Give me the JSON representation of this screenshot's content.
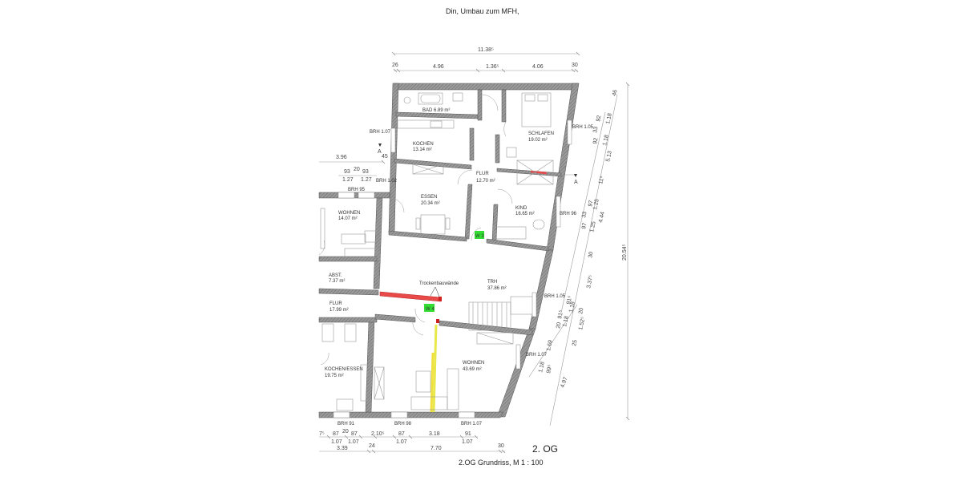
{
  "header": {
    "project_title": "Din, Umbau zum MFH,"
  },
  "footer": {
    "floor_label": "2. OG",
    "caption": "2.OG Grundriss,  M 1 : 100"
  },
  "rooms": [
    {
      "name": "BAD",
      "area": "6.89 m²"
    },
    {
      "name": "KOCHEN",
      "area": "13.14 m²"
    },
    {
      "name": "SCHLAFEN",
      "area": "19.02 m²"
    },
    {
      "name": "FLUR",
      "area": "12.70 m²"
    },
    {
      "name": "ESSEN",
      "area": "20.34 m²"
    },
    {
      "name": "KIND",
      "area": "16.65 m²"
    },
    {
      "name": "WOHNEN",
      "area": "14.07 m²"
    },
    {
      "name": "ABST.",
      "area": "7.37 m²"
    },
    {
      "name": "FLUR",
      "area": "17.99 m²"
    },
    {
      "name": "TRH",
      "area": "37.86 m²"
    },
    {
      "name": "KOCHEN/ESSEN",
      "area": "19.75 m²"
    },
    {
      "name": "WOHNEN",
      "area": "43.69 m²"
    }
  ],
  "markers": {
    "w3": "W 3",
    "w4": "W 4",
    "drywall_note": "Trockenbauwände",
    "section_a": "A"
  },
  "window_sills": {
    "brh_107_top": "BRH 1.07",
    "brh_102": "BRH 1.02",
    "brh_95": "BRH 95",
    "brh_105_top": "BRH 1.05",
    "brh_96": "BRH 96",
    "brh_105_mid": "BRH 1.05",
    "brh_107_mid": "BRH 1.07",
    "brh_91": "BRH 91",
    "brh_98": "BRH 98",
    "brh_107_bot": "BRH 1.07"
  },
  "dimensions": {
    "top_total": "11.38⁵",
    "top_parts": [
      "26",
      "4.96",
      "1.36⁵",
      "4.06",
      "30"
    ],
    "left_396": "3.96",
    "left_45": "45",
    "left_row1": [
      "93",
      "20",
      "93"
    ],
    "left_row2": [
      "1.27",
      "1.27"
    ],
    "right_total": "20.54⁵",
    "right_outer": [
      "46",
      "5.13",
      "11⁵",
      "4.44",
      "30",
      "3.37⁵",
      "20",
      "1.52⁵",
      "25",
      "4.97"
    ],
    "right_inner": [
      "92",
      "1.18",
      "33",
      "92",
      "1.18",
      "97",
      "1.25",
      "33",
      "97",
      "1.25",
      "1.18",
      "91⁵",
      "20",
      "91⁵",
      "1.18",
      "1.69",
      "1.18",
      "99⁵"
    ],
    "bottom_row1": [
      "7⁵",
      "87",
      "20",
      "87",
      "2.10⁵",
      "87",
      "3.18",
      "91"
    ],
    "bottom_row2": [
      "1.07",
      "1.07",
      "1.07",
      "1.07"
    ],
    "bottom_row3": [
      "3.39",
      "24",
      "7.70",
      "30"
    ]
  }
}
